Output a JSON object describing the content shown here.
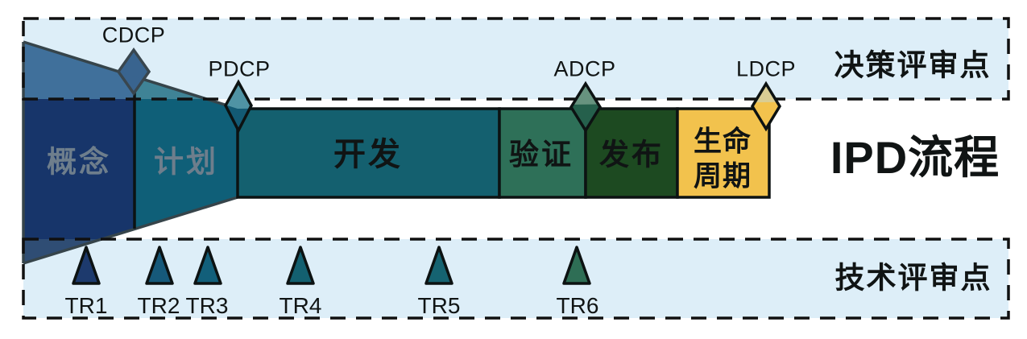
{
  "title": {
    "text": "IPD流程"
  },
  "bands": {
    "decision": {
      "label": "决策评审点",
      "fill": "#ddeef8"
    },
    "tech": {
      "label": "技术评审点",
      "fill": "#ddeef8"
    }
  },
  "phases": [
    {
      "label": "概念",
      "fill": "#17356a",
      "fill_top": "#40709b",
      "fill_tip": "#2f4d74"
    },
    {
      "label": "计划",
      "fill": "#0f5f78",
      "fill_top": "#3f8396"
    },
    {
      "label": "开发",
      "fill": "#14606f"
    },
    {
      "label": "验证",
      "fill": "#2e7058"
    },
    {
      "label": "发布",
      "fill": "#1d4a21"
    },
    {
      "label": "生命周期",
      "line1": "生命",
      "line2": "周期",
      "fill": "#f2c24d"
    }
  ],
  "decision_points": [
    {
      "label": "CDCP",
      "fill": "#39648f",
      "fill_light": "#39648f"
    },
    {
      "label": "PDCP",
      "fill": "#135a74",
      "fill_light": "#4f93a4"
    },
    {
      "label": "ADCP",
      "fill": "#25604c",
      "fill_light": "#67937f"
    },
    {
      "label": "LDCP",
      "fill": "#f2c24d",
      "fill_light": "#d9cd94"
    }
  ],
  "tech_points": [
    {
      "label": "TR1",
      "fill": "#1d3a6d"
    },
    {
      "label": "TR2",
      "fill": "#16597a"
    },
    {
      "label": "TR3",
      "fill": "#125f7a"
    },
    {
      "label": "TR4",
      "fill": "#136070"
    },
    {
      "label": "TR5",
      "fill": "#156371"
    },
    {
      "label": "TR6",
      "fill": "#2e6e55"
    }
  ]
}
